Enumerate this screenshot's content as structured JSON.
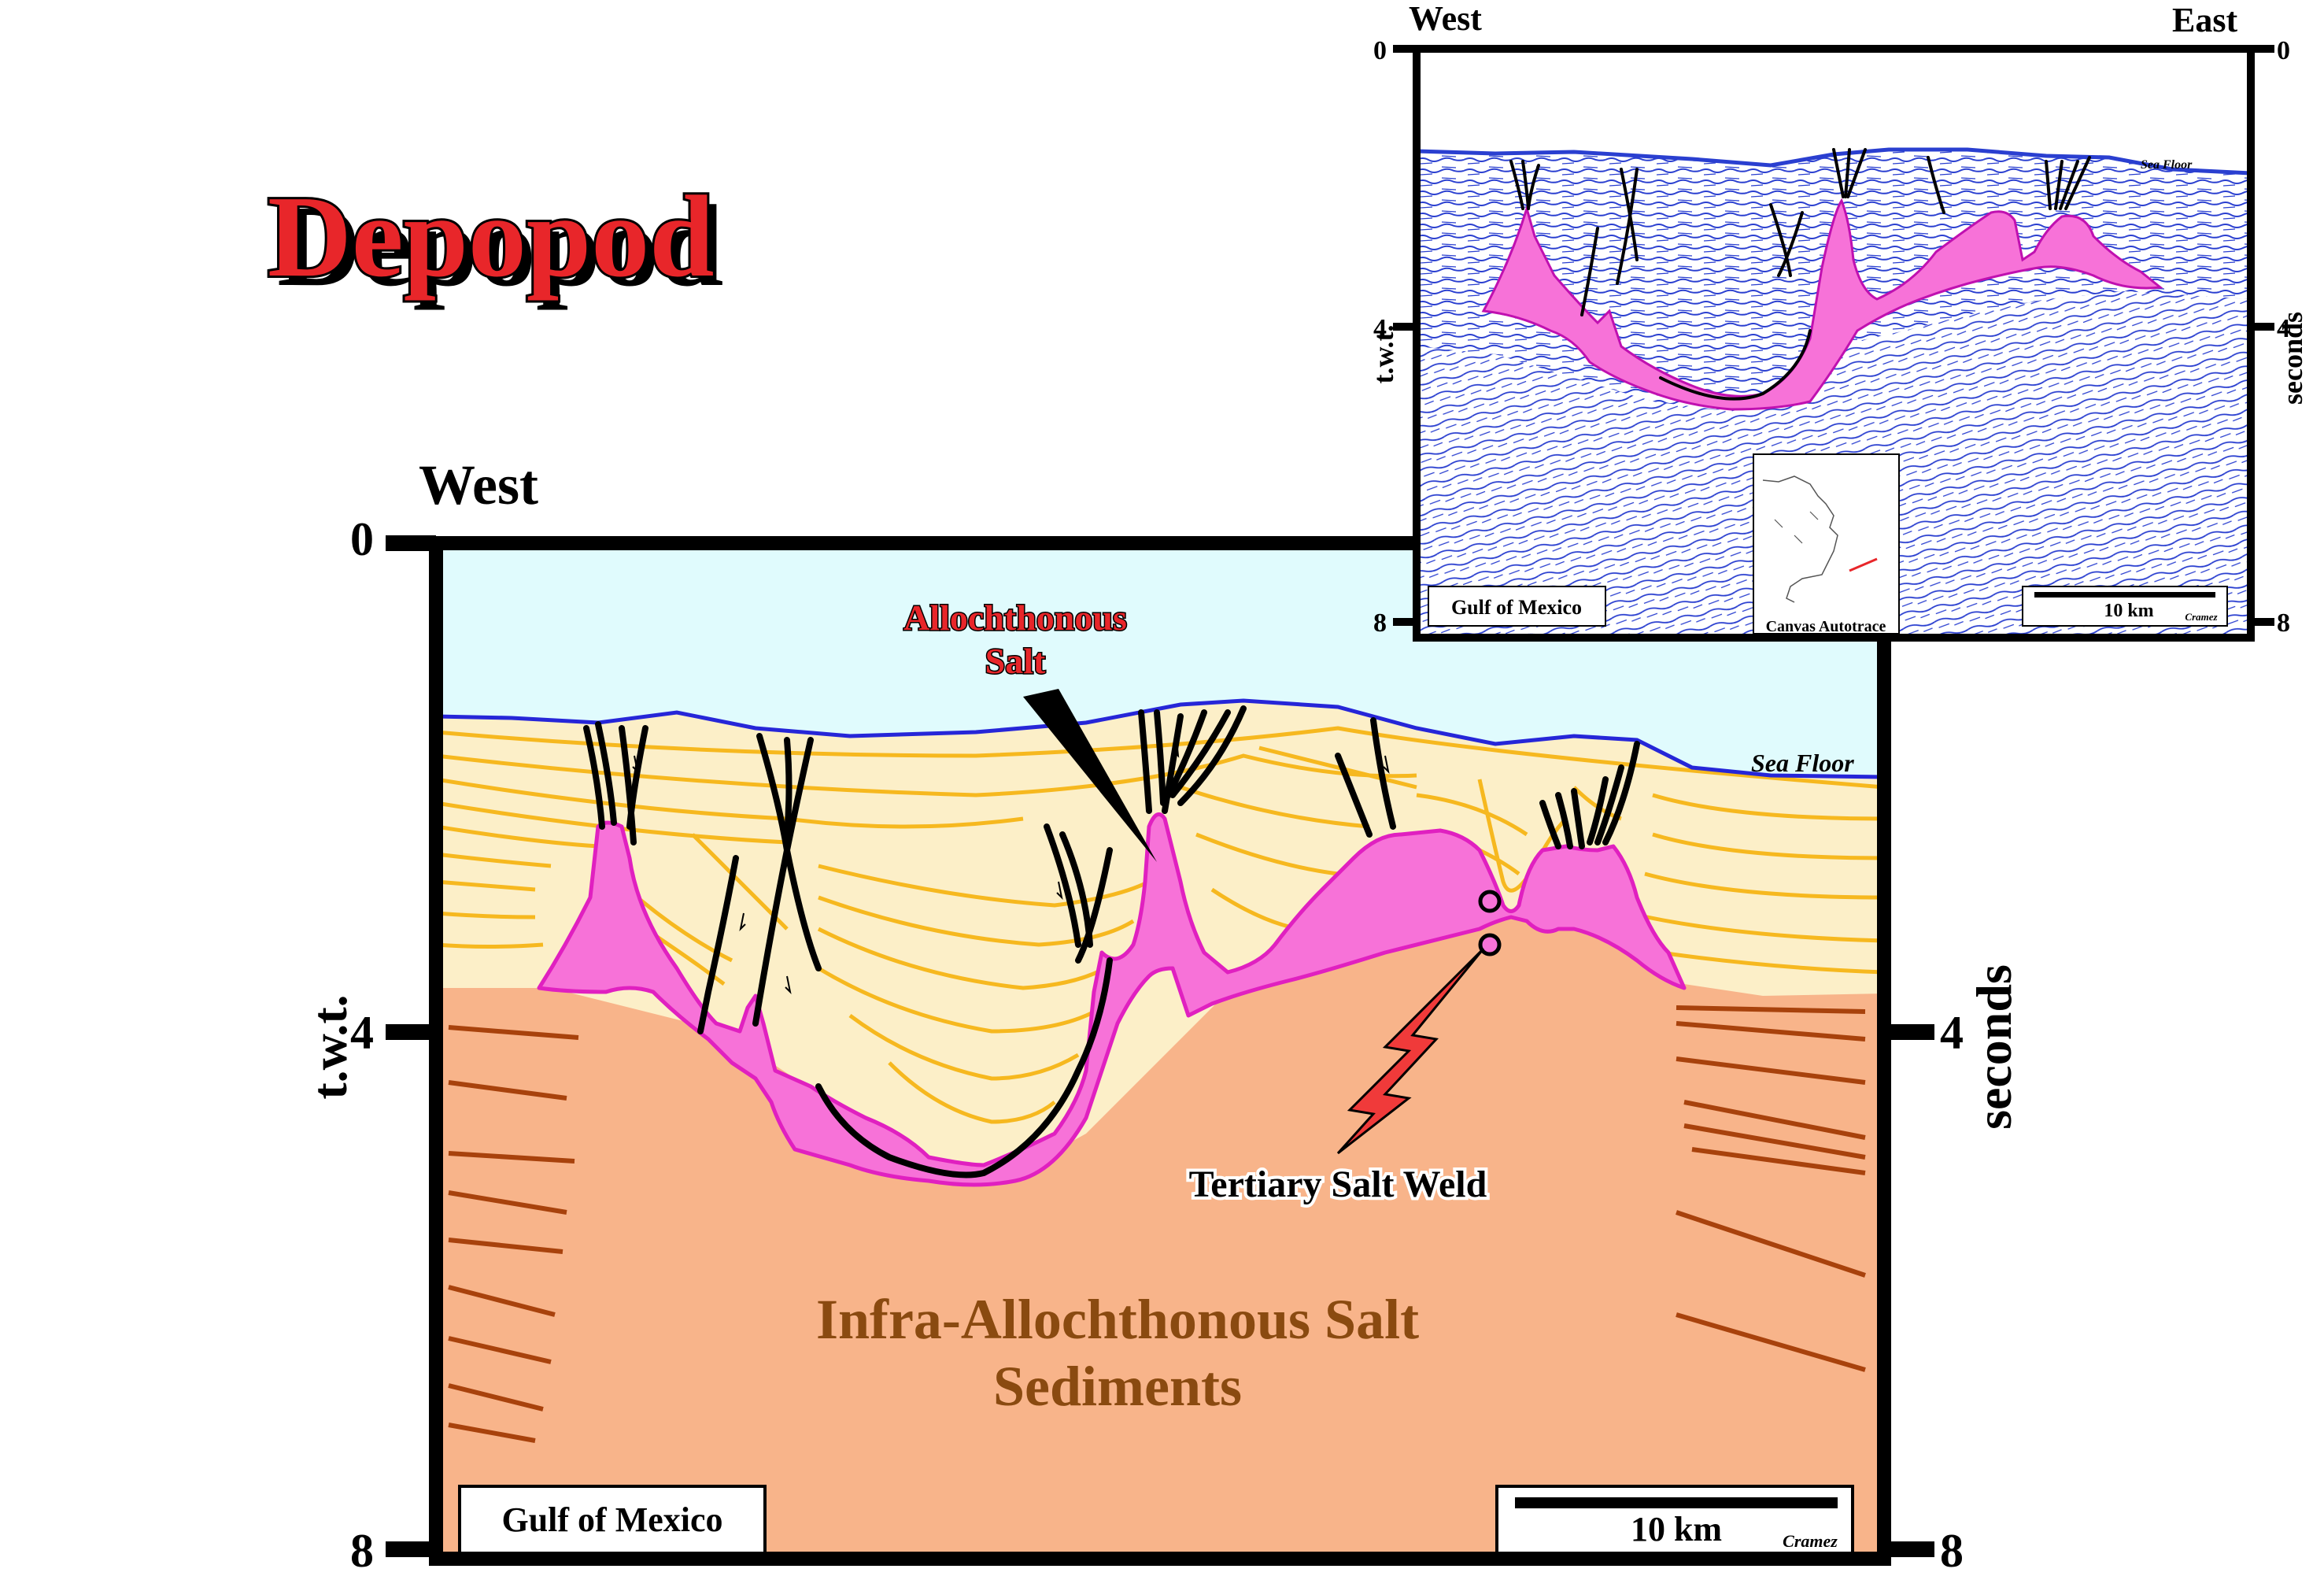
{
  "title": "Depopod",
  "main": {
    "direction_label": "West",
    "left_axis": "t.w.t.",
    "right_axis": "seconds",
    "ticks": [
      "0",
      "4",
      "8"
    ],
    "sea_floor_label": "Sea Floor",
    "allochthonous_label_line1": "Allochthonous",
    "allochthonous_label_line2": "Salt",
    "weld_label": "Tertiary Salt Weld",
    "infra_label_line1": "Infra-Allochthonous Salt",
    "infra_label_line2": "Sediments",
    "region_label": "Gulf of Mexico",
    "scale_label": "10 km",
    "credit": "Cramez"
  },
  "inset": {
    "west_label": "West",
    "east_label": "East",
    "left_axis": "t.w.t.",
    "right_axis": "seconds",
    "ticks": [
      "0",
      "4",
      "8"
    ],
    "sea_floor_label": "Sea Floor",
    "region_label": "Gulf of Mexico",
    "scale_label": "10 km",
    "credit": "Cramez",
    "map_caption": "Canvas Autotrace"
  },
  "colors": {
    "title_red": "#e8262a",
    "water": "#e0fbfd",
    "young_sediment": "#fcefc8",
    "old_sediment": "#f8b48a",
    "salt": "#f772d8",
    "salt_outline": "#e020c0",
    "horizon": "#f6b81f",
    "old_horizon": "#a8420c",
    "seafloor": "#2626d8",
    "weld_red": "#f03a3a",
    "infra_text": "#8a4a10",
    "seismic_blue": "#2a3fd0"
  }
}
